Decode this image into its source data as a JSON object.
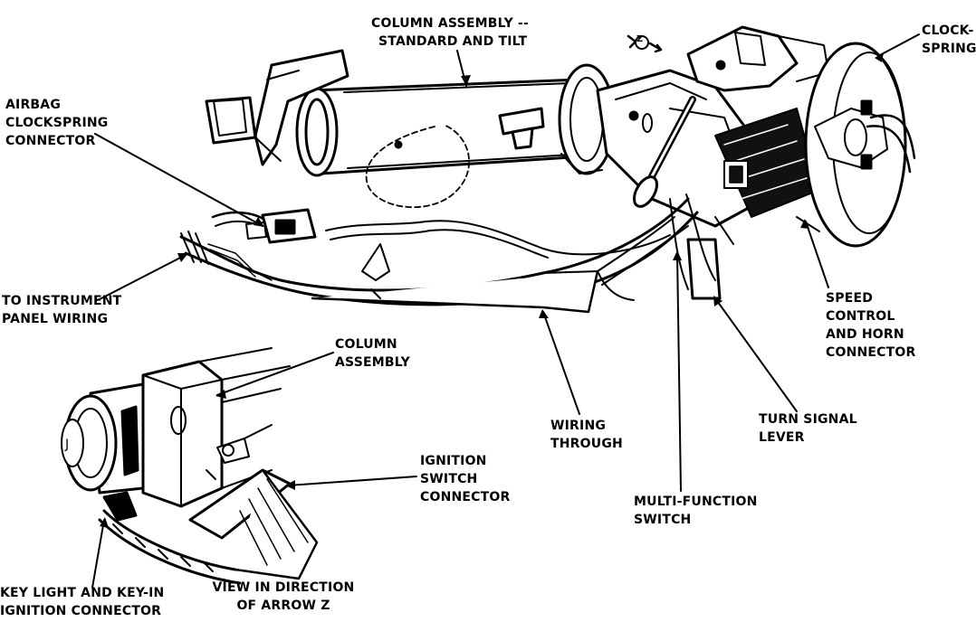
{
  "diagram": {
    "labels": {
      "column_assembly_top": [
        "COLUMN ASSEMBLY --",
        "STANDARD AND TILT"
      ],
      "clockspring": [
        "CLOCK-",
        "SPRING"
      ],
      "airbag_connector": [
        "AIRBAG",
        "CLOCKSPRING",
        "CONNECTOR"
      ],
      "instrument_panel": [
        "TO INSTRUMENT",
        "PANEL WIRING"
      ],
      "speed_control": [
        "SPEED",
        "CONTROL",
        "AND HORN",
        "CONNECTOR"
      ],
      "column_assembly_inset": [
        "COLUMN",
        "ASSEMBLY"
      ],
      "turn_signal": [
        "TURN SIGNAL",
        "LEVER"
      ],
      "wiring_through": [
        "WIRING",
        "THROUGH"
      ],
      "ignition_switch": [
        "IGNITION",
        "SWITCH",
        "CONNECTOR"
      ],
      "multi_function": [
        "MULTI-FUNCTION",
        "SWITCH"
      ],
      "key_light": [
        "KEY LIGHT AND KEY-IN",
        "IGNITION CONNECTOR"
      ],
      "view_direction": [
        "VIEW IN DIRECTION",
        "OF ARROW Z"
      ]
    },
    "arrow_marker": "Z"
  }
}
